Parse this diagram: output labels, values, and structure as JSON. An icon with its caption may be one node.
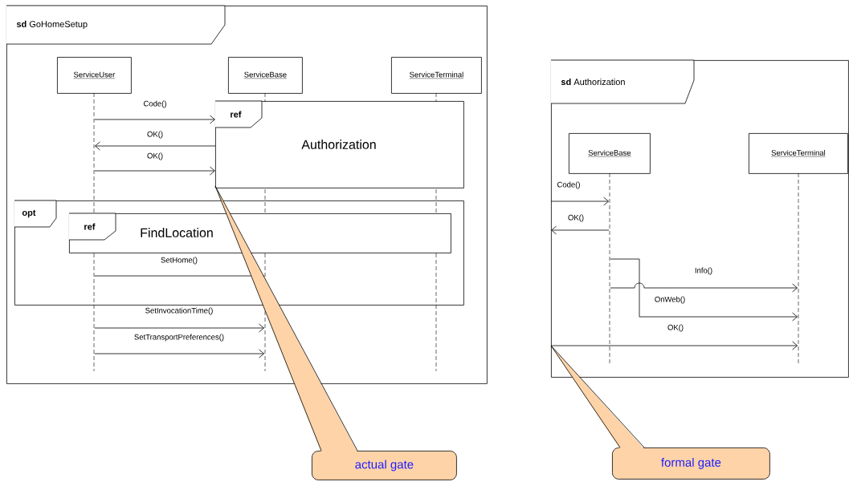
{
  "diagram": {
    "nodes": [
      {
        "text": [
          "**sd** GoHomeSetup"
        ]
      },
      {
        "text": [
          "ServiceUser"
        ],
        "in": 0
      },
      {
        "text": [
          "ServiceBase"
        ],
        "in": 0
      },
      {
        "text": [
          "ServiceTerminal"
        ],
        "in": 0
      },
      {
        "text": [],
        "shape": "line",
        "in": 0
      },
      {
        "text": [],
        "shape": "line",
        "in": 0
      },
      {
        "text": [],
        "shape": "line",
        "in": 0
      },
      {
        "text": [
          "ref",
          "Authorization"
        ],
        "in": 0
      },
      {
        "text": [
          "opt"
        ],
        "in": 0
      },
      {
        "text": [
          "ref",
          "FindLocation"
        ],
        "in": 8
      },
      {
        "text": [
          "**sd** Authorization"
        ]
      },
      {
        "text": [
          "ServiceBase"
        ],
        "in": 10
      },
      {
        "text": [
          "ServiceTerminal"
        ],
        "in": 10
      },
      {
        "text": [],
        "shape": "line",
        "in": 10
      },
      {
        "text": [],
        "shape": "line",
        "in": 10
      },
      {
        "text": [
          "actual gate"
        ]
      },
      {
        "text": [
          "formal gate"
        ]
      }
    ],
    "edges": [
      {
        "from": 4,
        "to": 7,
        "arrow": "to",
        "label": "Code()"
      },
      {
        "from": 7,
        "to": 4,
        "arrow": "to",
        "label": "OK()"
      },
      {
        "from": 4,
        "to": 7,
        "arrow": "to",
        "label": "OK()"
      },
      {
        "from": 4,
        "to": 5,
        "arrow": "none",
        "label": "SetHome()"
      },
      {
        "from": 4,
        "to": 5,
        "arrow": "to",
        "label": "SetInvocationTime()"
      },
      {
        "from": 4,
        "to": 5,
        "arrow": "to",
        "label": "SetTransportPreferences()"
      },
      {
        "from": 10,
        "to": 13,
        "arrow": "to",
        "label": "Code()"
      },
      {
        "from": 13,
        "to": 10,
        "arrow": "to",
        "label": "OK()"
      },
      {
        "from": 13,
        "to": 14,
        "arrow": "to",
        "label": "Info()"
      },
      {
        "from": 13,
        "to": 14,
        "arrow": "to",
        "label": "OnWeb()"
      },
      {
        "from": 10,
        "to": 14,
        "arrow": "to",
        "label": "OK()"
      },
      {
        "from": 15,
        "to": 7,
        "arrow": "none"
      },
      {
        "from": 16,
        "to": 10,
        "arrow": "none"
      }
    ]
  }
}
